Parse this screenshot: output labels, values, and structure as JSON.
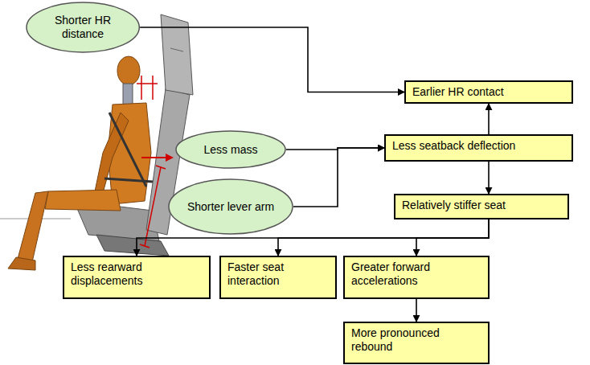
{
  "diagram": {
    "nodes": [
      {
        "text": [
          "Shorter HR distance"
        ]
      },
      {
        "text": [
          "Earlier HR contact"
        ]
      },
      {
        "text": [
          "Less mass"
        ]
      },
      {
        "text": [
          "Less seatback deflection"
        ]
      },
      {
        "text": [
          "Shorter lever arm"
        ]
      },
      {
        "text": [
          "Relatively stiffer seat"
        ]
      },
      {
        "text": [
          "Less rearward displacements"
        ]
      },
      {
        "text": [
          "Faster seat interaction"
        ]
      },
      {
        "text": [
          "Greater forward accelerations"
        ]
      },
      {
        "text": [
          "More pronounced rebound"
        ]
      }
    ],
    "edges": [
      {
        "from": 0,
        "to": 1,
        "arrow": "to"
      },
      {
        "from": 2,
        "to": 3,
        "arrow": "to"
      },
      {
        "from": 4,
        "to": 3,
        "arrow": "to"
      },
      {
        "from": 3,
        "to": 1,
        "arrow": "to"
      },
      {
        "from": 3,
        "to": 5,
        "arrow": "to"
      },
      {
        "from": 5,
        "to": 6,
        "arrow": "to"
      },
      {
        "from": 5,
        "to": 7,
        "arrow": "to"
      },
      {
        "from": 5,
        "to": 8,
        "arrow": "to"
      },
      {
        "from": 8,
        "to": 9,
        "arrow": "to"
      }
    ]
  }
}
